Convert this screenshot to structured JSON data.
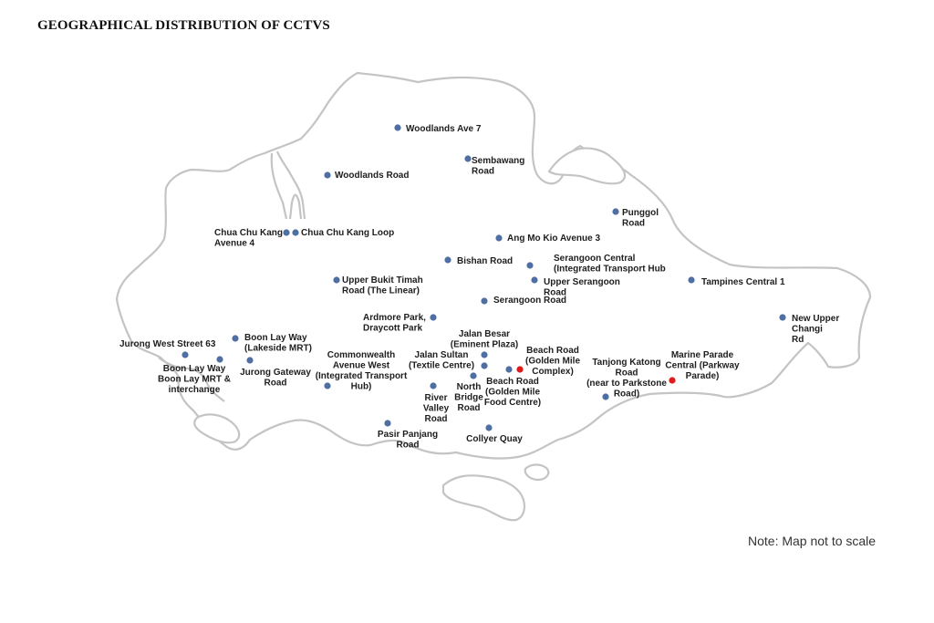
{
  "title": "GEOGRAPHICAL DISTRIBUTION OF CCTVS",
  "note": "Note: Map not to scale",
  "colors": {
    "marker_standard": "#4f6fa3",
    "marker_highlight": "#e01b1b",
    "outline": "#c4c4c4"
  },
  "locations": [
    {
      "id": "woodlands-ave-7",
      "label": [
        "Woodlands Ave 7"
      ],
      "type": "standard"
    },
    {
      "id": "sembawang-road",
      "label": [
        "Sembawang",
        "Road"
      ],
      "type": "standard"
    },
    {
      "id": "woodlands-road",
      "label": [
        "Woodlands Road"
      ],
      "type": "standard"
    },
    {
      "id": "punggol-road",
      "label": [
        "Punggol",
        "Road"
      ],
      "type": "standard"
    },
    {
      "id": "chua-chu-kang-ave-4",
      "label": [
        "Chua Chu Kang",
        "Avenue 4"
      ],
      "type": "standard"
    },
    {
      "id": "chua-chu-kang-loop",
      "label": [
        "Chua Chu Kang Loop"
      ],
      "type": "standard"
    },
    {
      "id": "ang-mo-kio-ave-3",
      "label": [
        "Ang Mo Kio Avenue 3"
      ],
      "type": "standard"
    },
    {
      "id": "bishan-road",
      "label": [
        "Bishan Road"
      ],
      "type": "standard"
    },
    {
      "id": "serangoon-central",
      "label": [
        "Serangoon Central",
        "(Integrated Transport Hub"
      ],
      "type": "standard"
    },
    {
      "id": "upper-serangoon-road",
      "label": [
        "Upper Serangoon",
        "Road"
      ],
      "type": "standard"
    },
    {
      "id": "tampines-central-1",
      "label": [
        "Tampines Central 1"
      ],
      "type": "standard"
    },
    {
      "id": "upper-bukit-timah-road",
      "label": [
        "Upper Bukit Timah",
        "Road (The Linear)"
      ],
      "type": "standard"
    },
    {
      "id": "serangoon-road",
      "label": [
        "Serangoon Road"
      ],
      "type": "standard"
    },
    {
      "id": "ardmore-park",
      "label": [
        "Ardmore Park,",
        "Draycott Park"
      ],
      "type": "standard"
    },
    {
      "id": "new-upper-changi-rd",
      "label": [
        "New Upper",
        "Changi",
        "Rd"
      ],
      "type": "standard"
    },
    {
      "id": "jalan-besar",
      "label": [
        "Jalan Besar",
        "(Eminent Plaza)"
      ],
      "type": "standard"
    },
    {
      "id": "jurong-west-st-63",
      "label": [
        "Jurong West Street 63"
      ],
      "type": "standard"
    },
    {
      "id": "boon-lay-way-lakeside",
      "label": [
        "Boon Lay Way",
        "(Lakeside MRT)"
      ],
      "type": "standard"
    },
    {
      "id": "commonwealth-ave-west",
      "label": [
        "Commonwealth",
        "Avenue West",
        "(Integrated Transport",
        "Hub)"
      ],
      "type": "standard"
    },
    {
      "id": "jalan-sultan",
      "label": [
        "Jalan Sultan",
        "(Textile Centre)"
      ],
      "type": "standard"
    },
    {
      "id": "beach-road-golden-mile-complex",
      "label": [
        "Beach Road",
        "(Golden Mile",
        "Complex)"
      ],
      "type": "highlight"
    },
    {
      "id": "tanjong-katong-road",
      "label": [
        "Tanjong Katong",
        "Road",
        "(near to Parkstone",
        "Road)"
      ],
      "type": "standard"
    },
    {
      "id": "marine-parade-central",
      "label": [
        "Marine Parade",
        "Central (Parkway",
        "Parade)"
      ],
      "type": "highlight"
    },
    {
      "id": "boon-lay-mrt-interchange",
      "label": [
        "Boon Lay Way",
        "Boon Lay MRT &",
        "interchange"
      ],
      "type": "standard"
    },
    {
      "id": "jurong-gateway-road",
      "label": [
        "Jurong Gateway",
        "Road"
      ],
      "type": "standard"
    },
    {
      "id": "north-bridge-road",
      "label": [
        "North",
        "Bridge",
        "Road"
      ],
      "type": "standard"
    },
    {
      "id": "beach-road-golden-mile-food-centre",
      "label": [
        "Beach Road",
        "(Golden Mile",
        "Food Centre)"
      ],
      "type": "standard"
    },
    {
      "id": "river-valley-road",
      "label": [
        "River",
        "Valley",
        "Road"
      ],
      "type": "standard"
    },
    {
      "id": "pasir-panjang-road",
      "label": [
        "Pasir Panjang",
        "Road"
      ],
      "type": "standard"
    },
    {
      "id": "collyer-quay",
      "label": [
        "Collyer Quay"
      ],
      "type": "standard"
    }
  ]
}
